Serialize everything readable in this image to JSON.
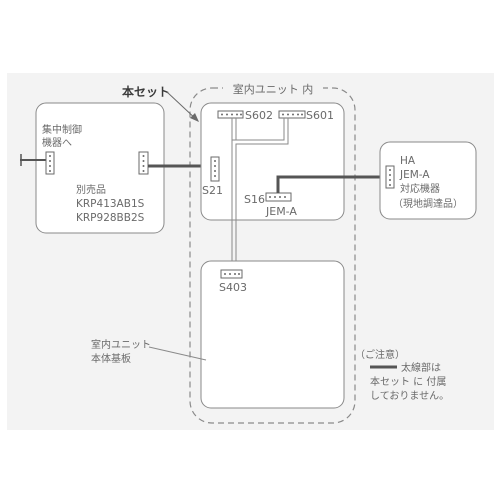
{
  "diagram": {
    "main_set_label": "本セット",
    "indoor_unit_inner_label": "室内ユニット 内",
    "central_control": {
      "line1": "集中制御",
      "line2": "機器へ"
    },
    "separate_item": {
      "label": "別売品",
      "model1": "KRP413AB1S",
      "model2": "KRP928BB2S"
    },
    "connectors": {
      "s21": "S21",
      "s602": "S602",
      "s601": "S601",
      "s16": "S16",
      "jem_a": "JEM-A",
      "s403": "S403"
    },
    "ha_device": {
      "line1": "HA",
      "line2": "JEM-A",
      "line3": "対応機器",
      "line4": "（現地調達品）"
    },
    "main_board": {
      "line1": "室内ユニット",
      "line2": "本体基板"
    },
    "note": {
      "title": "（ご注意）",
      "line1": "太線部は",
      "line2": "本セット に 付属",
      "line3": "しておりません。"
    },
    "colors": {
      "frame_bg": "#f3f3f3",
      "box_line": "#8a8a8a",
      "thick_line": "#555555",
      "text": "#6a6a6a"
    }
  }
}
